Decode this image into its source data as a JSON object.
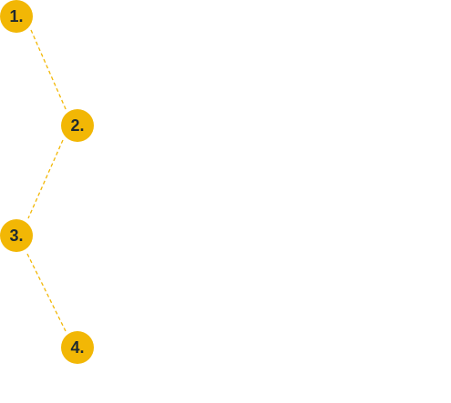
{
  "steps": [
    {
      "label": "1."
    },
    {
      "label": "2."
    },
    {
      "label": "3."
    },
    {
      "label": "4."
    }
  ],
  "colors": {
    "badge": "#f2b705",
    "badge_text": "#1f2a30",
    "connector": "#f2b705"
  }
}
